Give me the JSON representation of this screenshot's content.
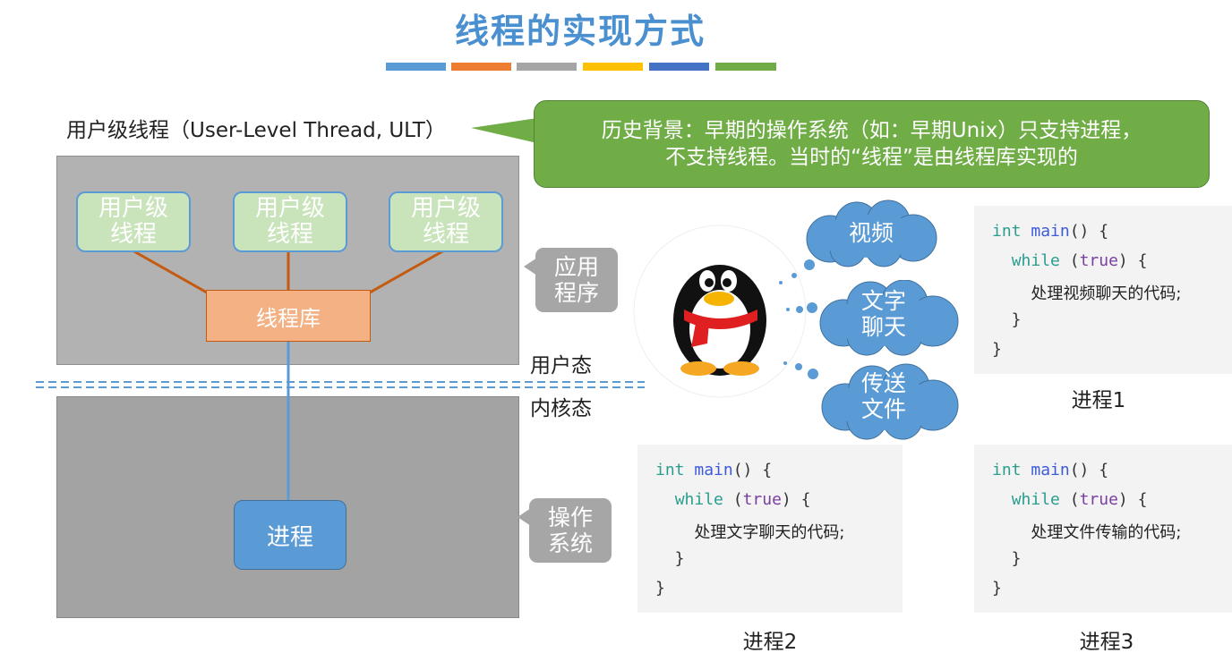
{
  "title": "线程的实现方式",
  "colors": {
    "title": "#4a8fcf",
    "bar": [
      "#5b9bd5",
      "#ed7d31",
      "#a5a5a5",
      "#ffc000",
      "#4472c4",
      "#70ad47"
    ],
    "ult_box": "#c9e3ba",
    "library": "#f4b183",
    "process": "#5b9bd5",
    "green_callout": "#70ad47",
    "cloud": "#5b9bd5"
  },
  "left": {
    "ult_label": "用户级线程（User-Level Thread, ULT）",
    "ult_boxes": [
      "用户级\n线程",
      "用户级\n线程",
      "用户级\n线程"
    ],
    "library_label": "线程库",
    "process_label": "进程",
    "app_callout": "应用\n程序",
    "os_callout": "操作\n系统",
    "user_mode": "用户态",
    "kernel_mode": "内核态"
  },
  "history": {
    "line1": "历史背景：早期的操作系统（如：早期Unix）只支持进程，",
    "line2": "不支持线程。当时的“线程”是由线程库实现的"
  },
  "mascot": {
    "icon": "qq-penguin-icon"
  },
  "clouds": [
    "视频",
    "文字\n聊天",
    "传送\n文件"
  ],
  "code": {
    "int_kw": "int",
    "main_fn": "main",
    "while_kw": "while",
    "true_kw": "true",
    "p1_body": "处理视频聊天的代码;",
    "p2_body": "处理文字聊天的代码;",
    "p3_body": "处理文件传输的代码;"
  },
  "process_captions": [
    "进程1",
    "进程2",
    "进程3"
  ]
}
